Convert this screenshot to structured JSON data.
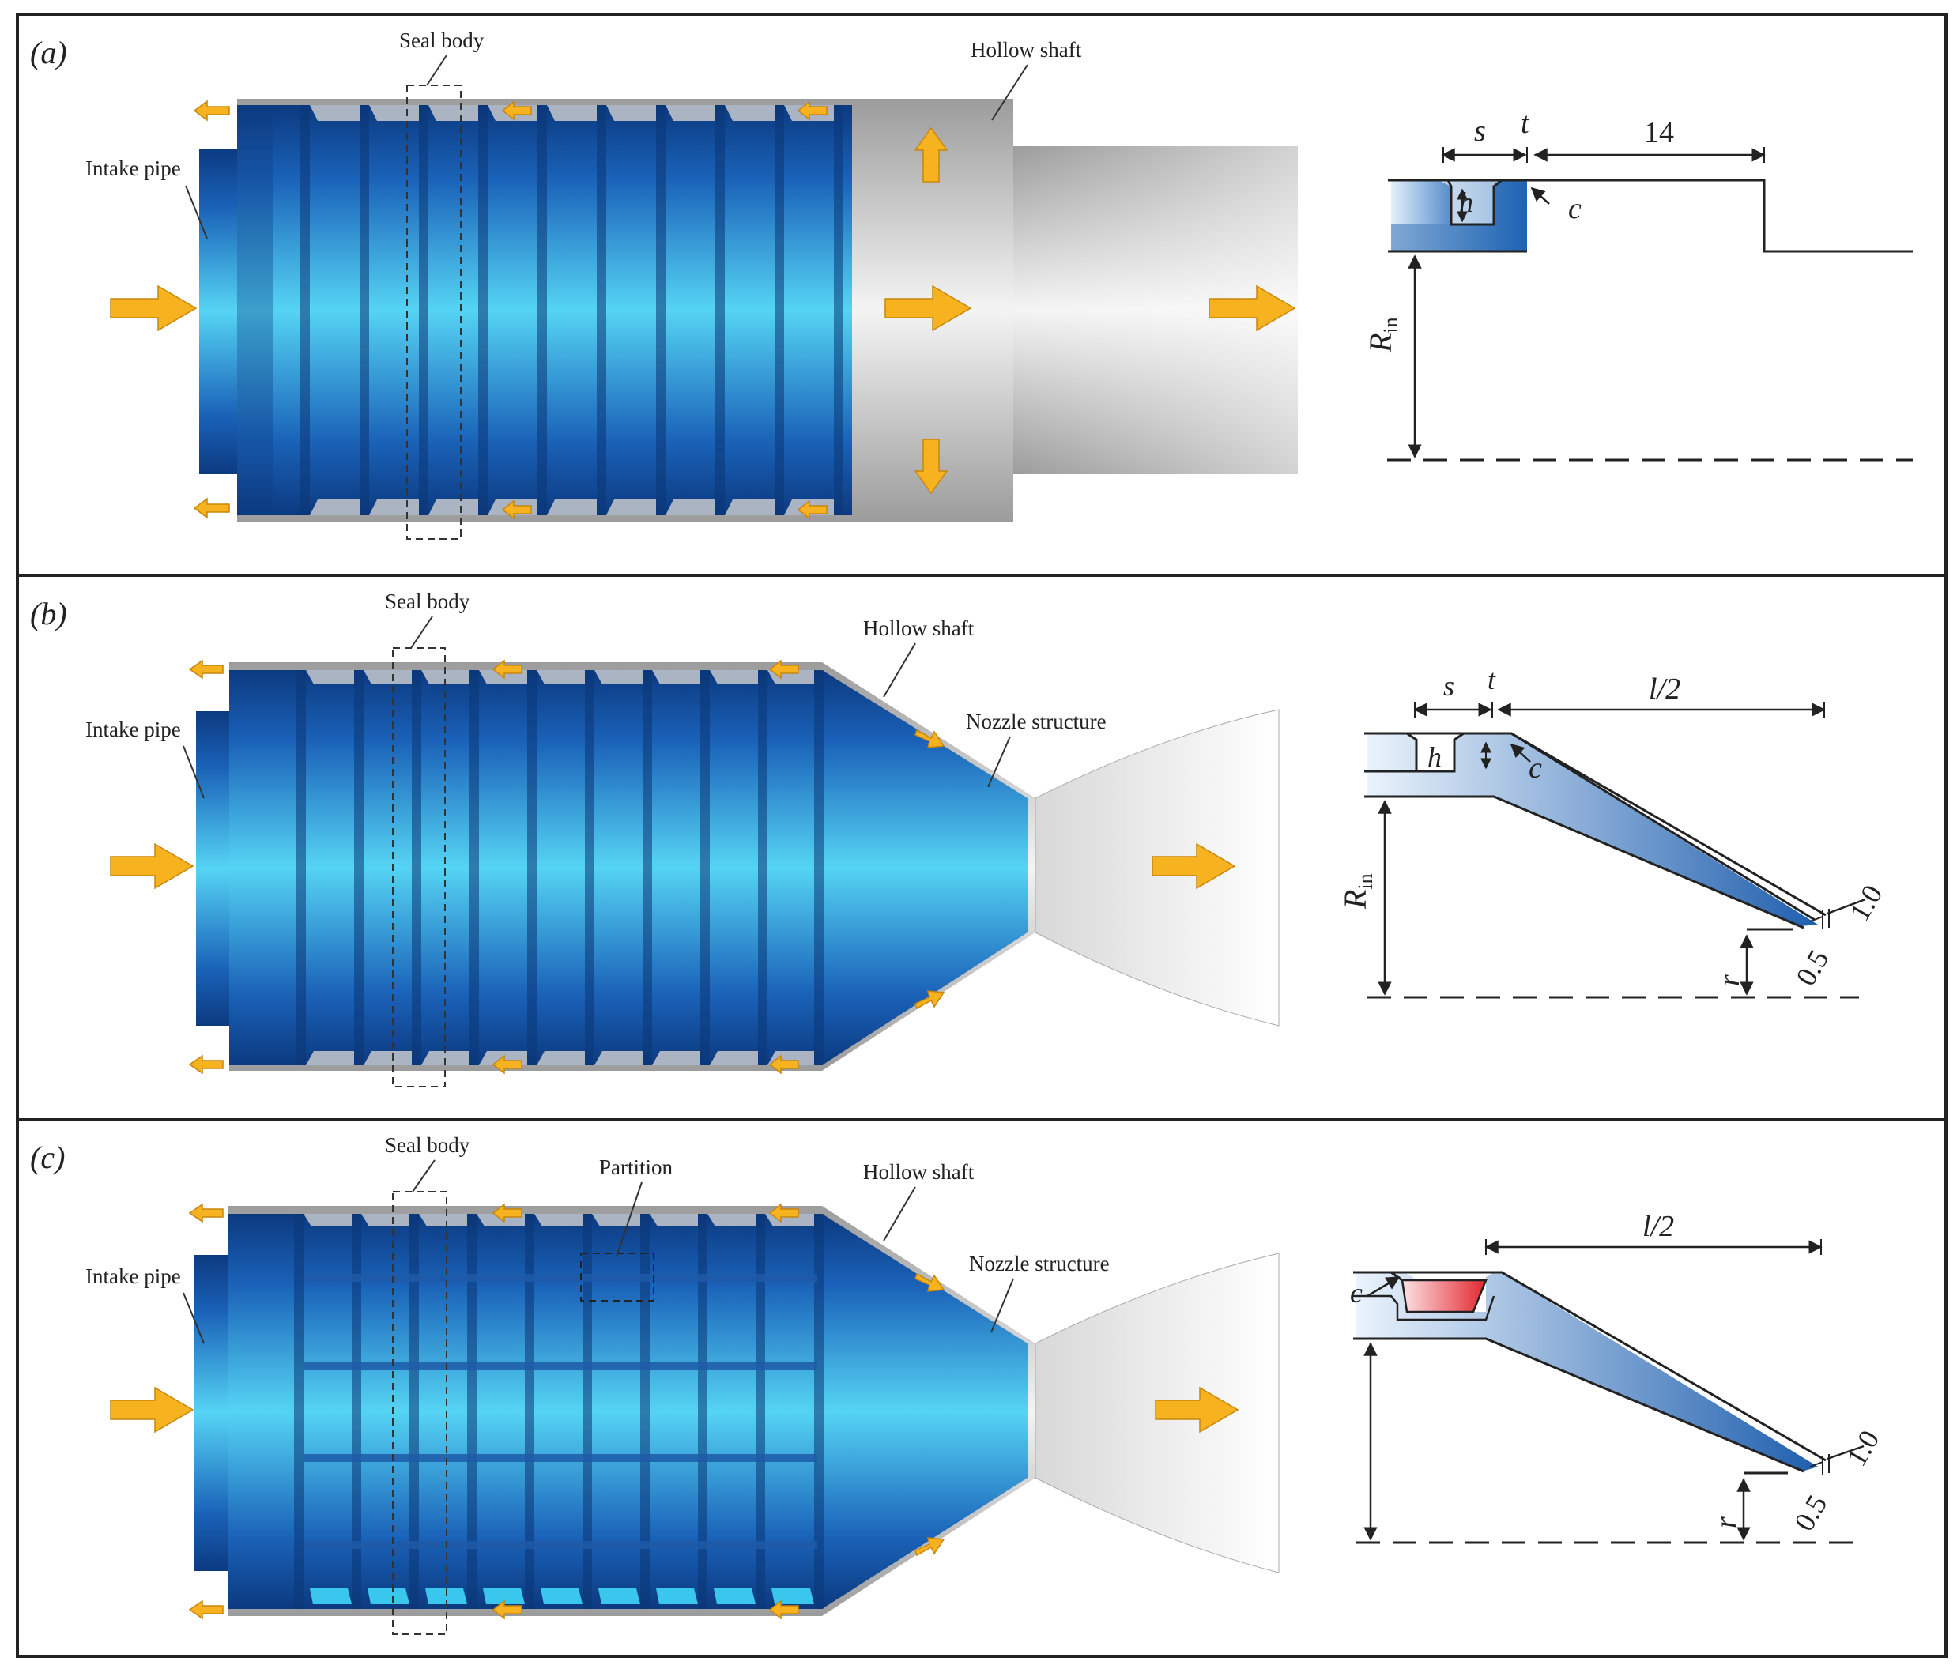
{
  "colors": {
    "blue_dark": "#0b3f86",
    "blue_mid": "#1f72c8",
    "blue_light": "#4fd0f2",
    "shaft_gray": "#b9b9b9",
    "arrow_yellow": "#f7b21f",
    "red_seal": "#e8303a",
    "frame": "#222222"
  },
  "panels": [
    {
      "tag": "(a)",
      "labels": {
        "seal_body": "Seal body",
        "hollow_shaft": "Hollow shaft",
        "intake_pipe": "Intake pipe"
      },
      "dims": {
        "s": "s",
        "t": "t",
        "len": "14",
        "h": "h",
        "c": "c",
        "r_in": "R",
        "r_in_sub": "in"
      }
    },
    {
      "tag": "(b)",
      "labels": {
        "seal_body": "Seal body",
        "hollow_shaft": "Hollow shaft",
        "intake_pipe": "Intake pipe",
        "nozzle": "Nozzle structure"
      },
      "dims": {
        "s": "s",
        "t": "t",
        "len": "l/2",
        "h": "h",
        "c": "c",
        "r_in": "R",
        "r_in_sub": "in",
        "r": "r",
        "v1": "1.0",
        "v05": "0.5"
      }
    },
    {
      "tag": "(c)",
      "labels": {
        "seal_body": "Seal body",
        "partition": "Partition",
        "hollow_shaft": "Hollow shaft",
        "intake_pipe": "Intake pipe",
        "nozzle": "Nozzle structure"
      },
      "dims": {
        "len": "l/2",
        "c": "c",
        "r": "r",
        "v1": "1.0",
        "v05": "0.5"
      }
    }
  ]
}
